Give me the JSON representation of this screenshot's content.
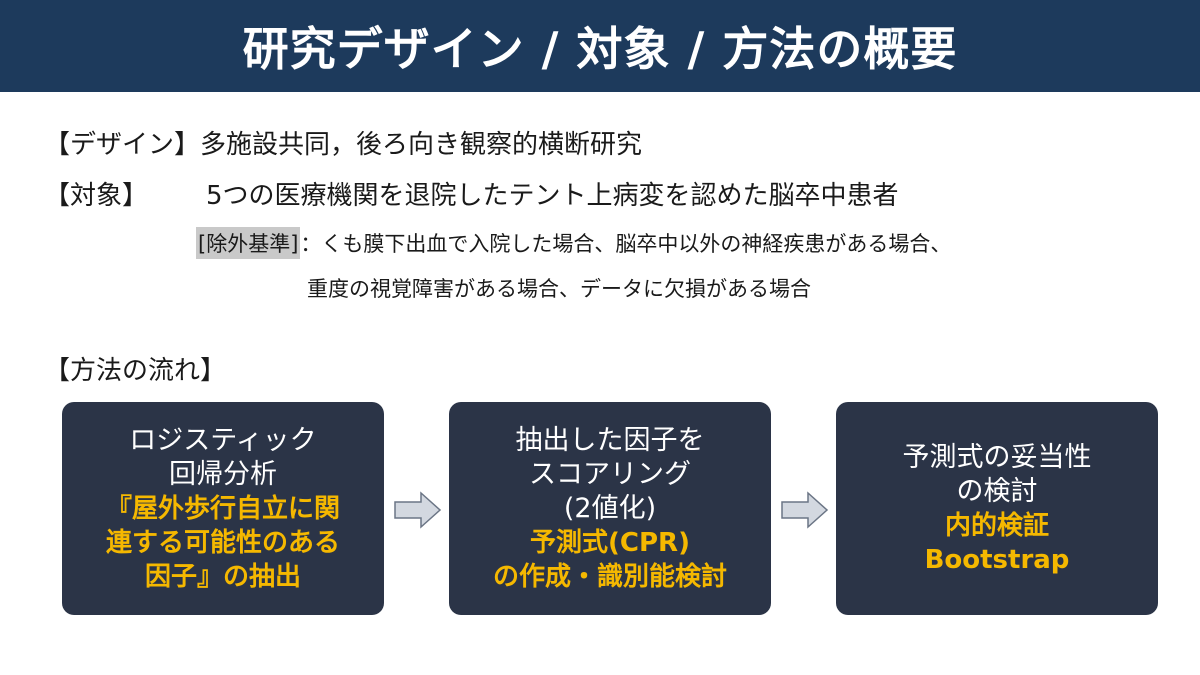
{
  "title": "研究デザイン / 対象 / 方法の概要",
  "design": {
    "label": "【デザイン】",
    "text": "多施設共同，後ろ向き観察的横断研究"
  },
  "target": {
    "label": "【対象】",
    "text": "5つの医療機関を退院したテント上病変を認めた脳卒中患者"
  },
  "exclusion": {
    "label": "[除外基準]",
    "line1": "：くも膜下出血で入院した場合、脳卒中以外の神経疾患がある場合、",
    "line2": "重度の視覚障害がある場合、データに欠損がある場合"
  },
  "method_label": "【方法の流れ】",
  "steps": [
    {
      "white": [
        "ロジスティック",
        "回帰分析"
      ],
      "yellow": [
        "『屋外歩行自立に関",
        "連する可能性のある"
      ],
      "mixed": {
        "yellow": "因子』",
        "white": "の抽出"
      }
    },
    {
      "white": [
        "抽出した因子を",
        "スコアリング",
        "(2値化)"
      ],
      "yellow": [
        "予測式(CPR)",
        "の作成・識別能検討"
      ]
    },
    {
      "white": [
        "予測式の妥当性",
        "の検討"
      ],
      "yellow": [
        "内的検証",
        "Bootstrap"
      ]
    }
  ],
  "colors": {
    "header_bg": "#1d3a5c",
    "box_bg": "#2b3447",
    "accent": "#f5b800",
    "arrow_fill": "#d3d8e0"
  },
  "icons": [
    "right-arrow-icon"
  ]
}
